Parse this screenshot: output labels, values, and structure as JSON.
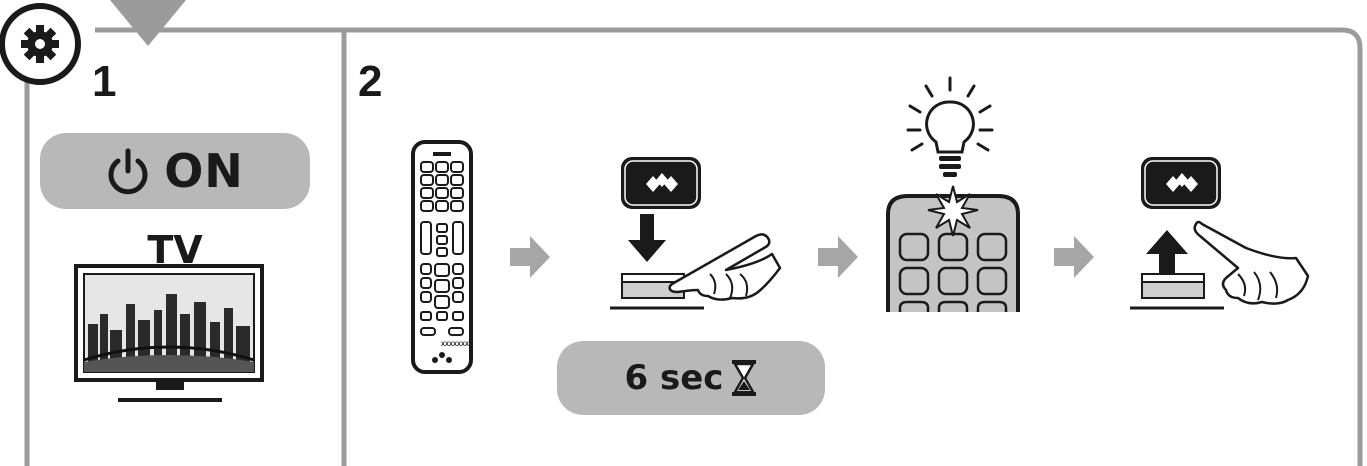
{
  "step1": {
    "number": "1",
    "on_label": "ON",
    "tv_label": "TV"
  },
  "step2": {
    "number": "2",
    "remote_model": "XXXXXXX",
    "hold_time": "6 sec"
  },
  "icons": {
    "settings": "gear-icon",
    "power": "power-icon",
    "hourglass": "hourglass-icon",
    "bulb": "light-bulb-icon"
  },
  "colors": {
    "frame": "#9b9b9b",
    "pill": "#b8b8b8",
    "arrow": "#a6a6a6",
    "ink": "#1a1a1a"
  }
}
